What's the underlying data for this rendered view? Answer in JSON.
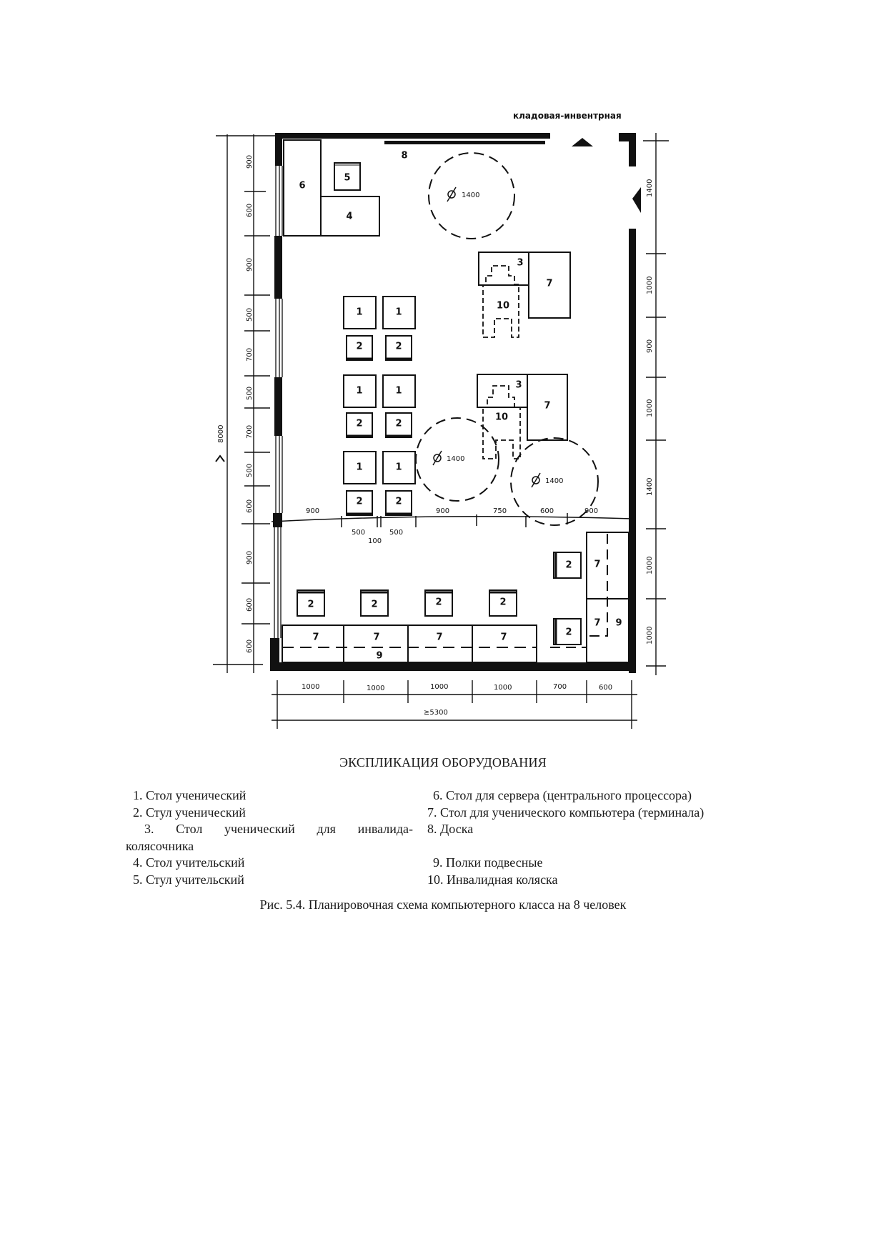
{
  "diagram": {
    "type": "floor_plan",
    "storage_label": "кладовая-инвентрная",
    "board_label": "8",
    "turn_circles": [
      {
        "label": "1400",
        "position": "top-center"
      },
      {
        "label": "1400",
        "position": "middle"
      },
      {
        "label": "1400",
        "position": "middle-right"
      }
    ],
    "equipment_labels": {
      "student_desk": "1",
      "student_chair": "2",
      "wheelchair_desk": "3",
      "teacher_desk": "4",
      "teacher_chair": "5",
      "server_desk": "6",
      "terminal_desk": "7",
      "board": "8",
      "shelves": "9",
      "wheelchair": "10"
    },
    "dimensions": {
      "left_outer_total": "8000",
      "left_chain": [
        "900",
        "600",
        "900",
        "500",
        "700",
        "500",
        "700",
        "500",
        "600",
        "900",
        "600",
        "600"
      ],
      "right_chain": [
        "1400",
        "1000",
        "900",
        "1000",
        "1400",
        "1000",
        "1000"
      ],
      "bottom_chain": [
        "1000",
        "1000",
        "1000",
        "1000",
        "700",
        "600"
      ],
      "bottom_total": "≥5300",
      "aisle_chain": [
        "900",
        "500",
        "100",
        "500",
        "900",
        "750",
        "600",
        "900"
      ]
    }
  },
  "legend": {
    "title": "ЭКСПЛИКАЦИЯ ОБОРУДОВАНИЯ",
    "items": [
      {
        "n": "1",
        "text": "1. Стол ученический"
      },
      {
        "n": "2",
        "text": "2. Стул ученический"
      },
      {
        "n": "3",
        "text_a": "3.  Стол  ученический  для  инвалида-",
        "text_b": "колясочника"
      },
      {
        "n": "4",
        "text": "4. Стол учительский"
      },
      {
        "n": "5",
        "text": "5. Стул учительский"
      },
      {
        "n": "6",
        "text": "6. Стол для сервера (центрального процессора)"
      },
      {
        "n": "7",
        "text": "7. Стол для ученического компьютера (терминала)"
      },
      {
        "n": "8",
        "text": "8. Доска"
      },
      {
        "n": "9",
        "text": "9. Полки подвесные"
      },
      {
        "n": "10",
        "text": "10. Инвалидная коляска"
      }
    ]
  },
  "caption": "Рис. 5.4. Планировочная схема компьютерного класса на 8 человек"
}
